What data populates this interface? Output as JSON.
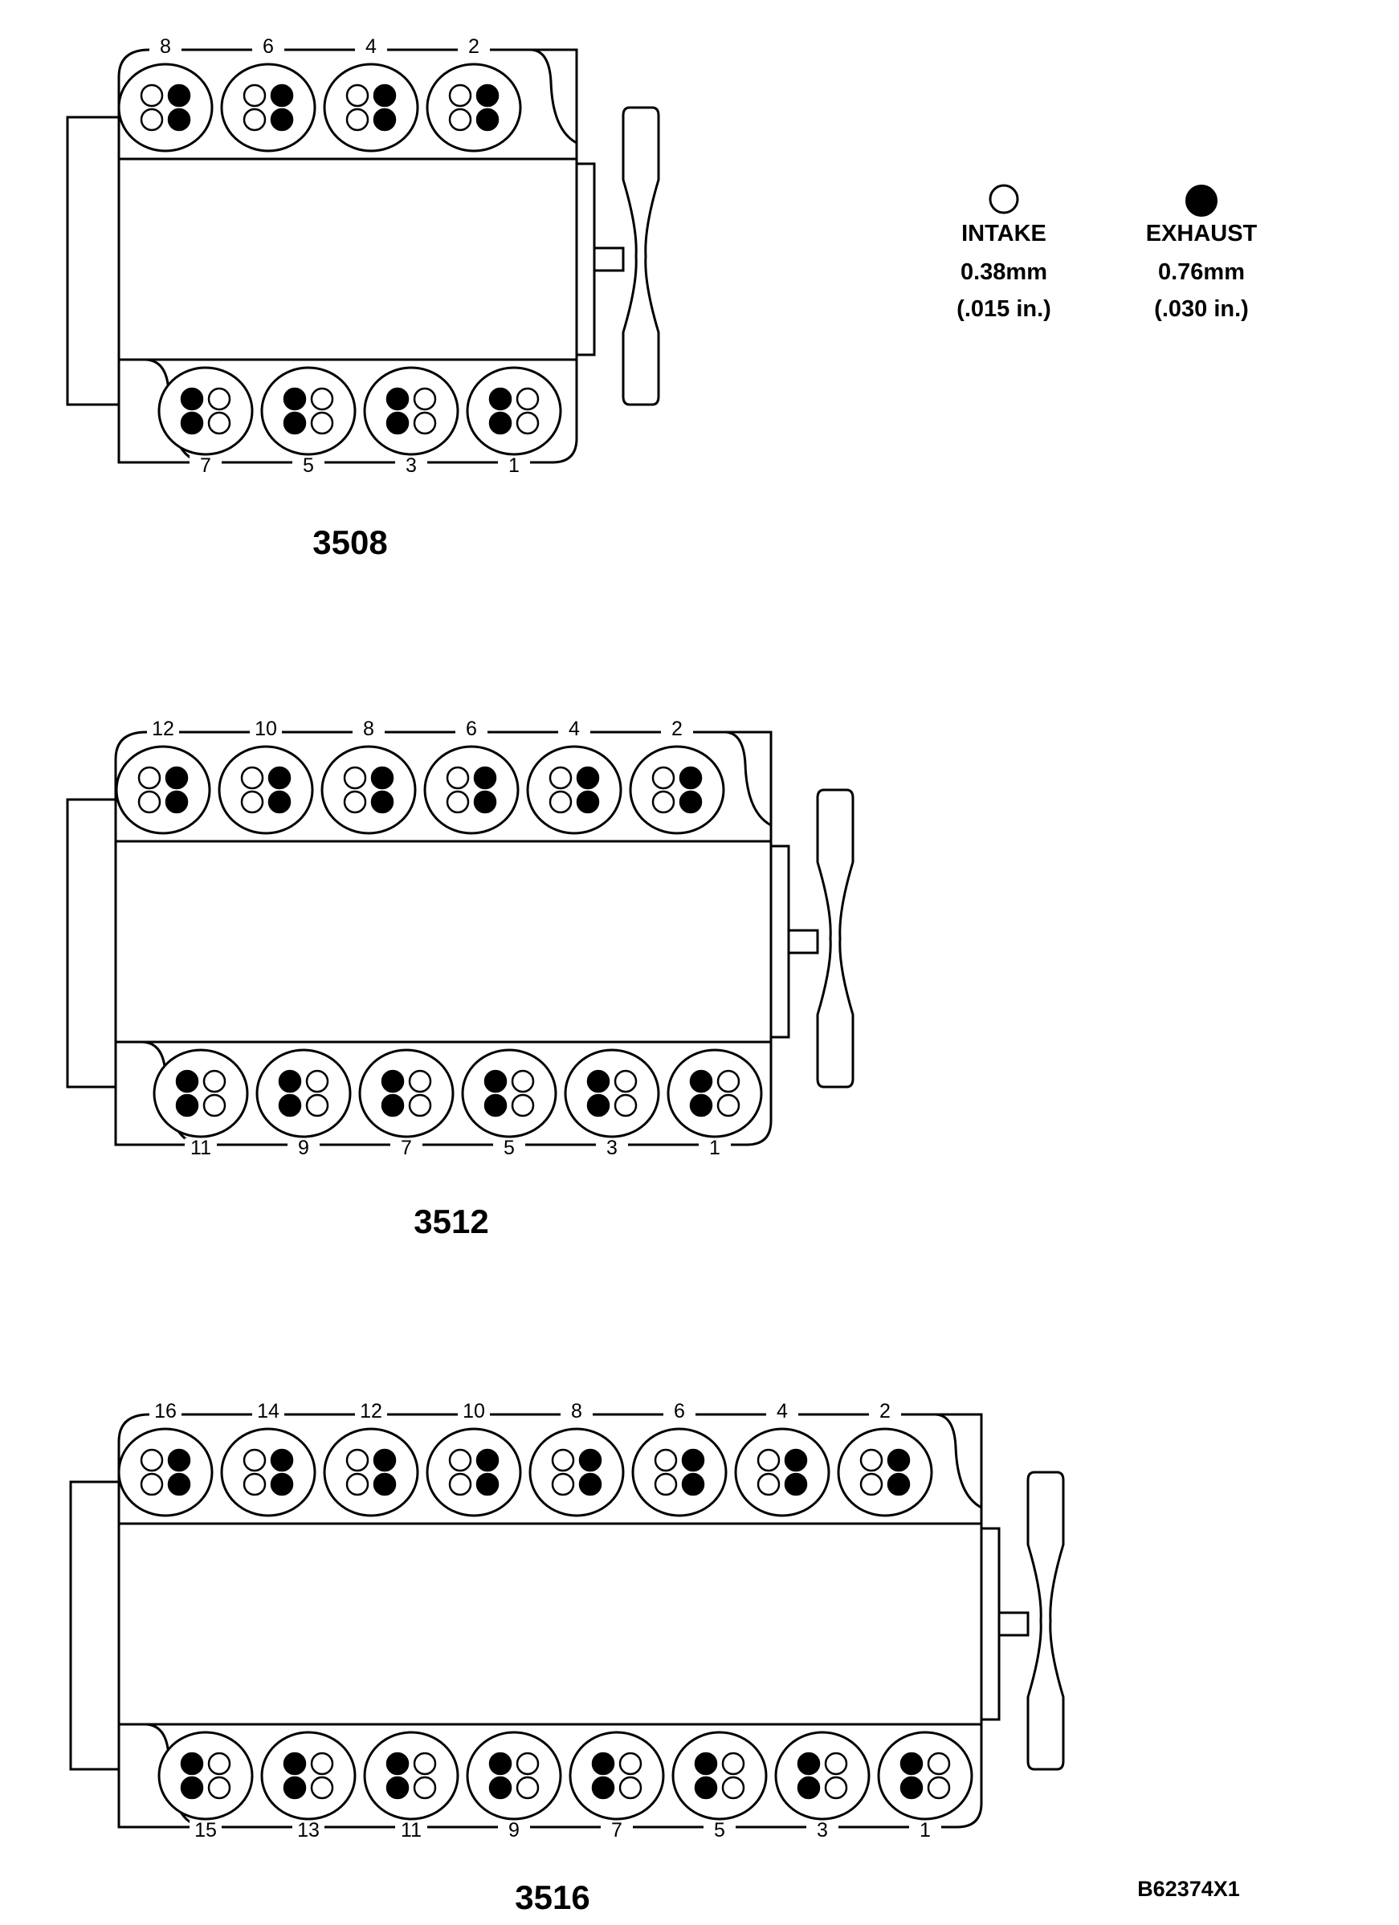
{
  "legend": {
    "intake": {
      "symbol": "open-circle",
      "label": "INTAKE",
      "metric": "0.38mm",
      "imperial": "(.015 in.)"
    },
    "exhaust": {
      "symbol": "filled-circle",
      "label": "EXHAUST",
      "metric": "0.76mm",
      "imperial": "(.030 in.)"
    }
  },
  "engines": [
    {
      "model": "3508",
      "top_cylinders": [
        "8",
        "6",
        "4",
        "2"
      ],
      "bottom_cylinders": [
        "7",
        "5",
        "3",
        "1"
      ]
    },
    {
      "model": "3512",
      "top_cylinders": [
        "12",
        "10",
        "8",
        "6",
        "4",
        "2"
      ],
      "bottom_cylinders": [
        "11",
        "9",
        "7",
        "5",
        "3",
        "1"
      ]
    },
    {
      "model": "3516",
      "top_cylinders": [
        "16",
        "14",
        "12",
        "10",
        "8",
        "6",
        "4",
        "2"
      ],
      "bottom_cylinders": [
        "15",
        "13",
        "11",
        "9",
        "7",
        "5",
        "3",
        "1"
      ]
    }
  ],
  "figure_id": "B62374X1",
  "colors": {
    "line": "#000000",
    "background": "#ffffff"
  }
}
